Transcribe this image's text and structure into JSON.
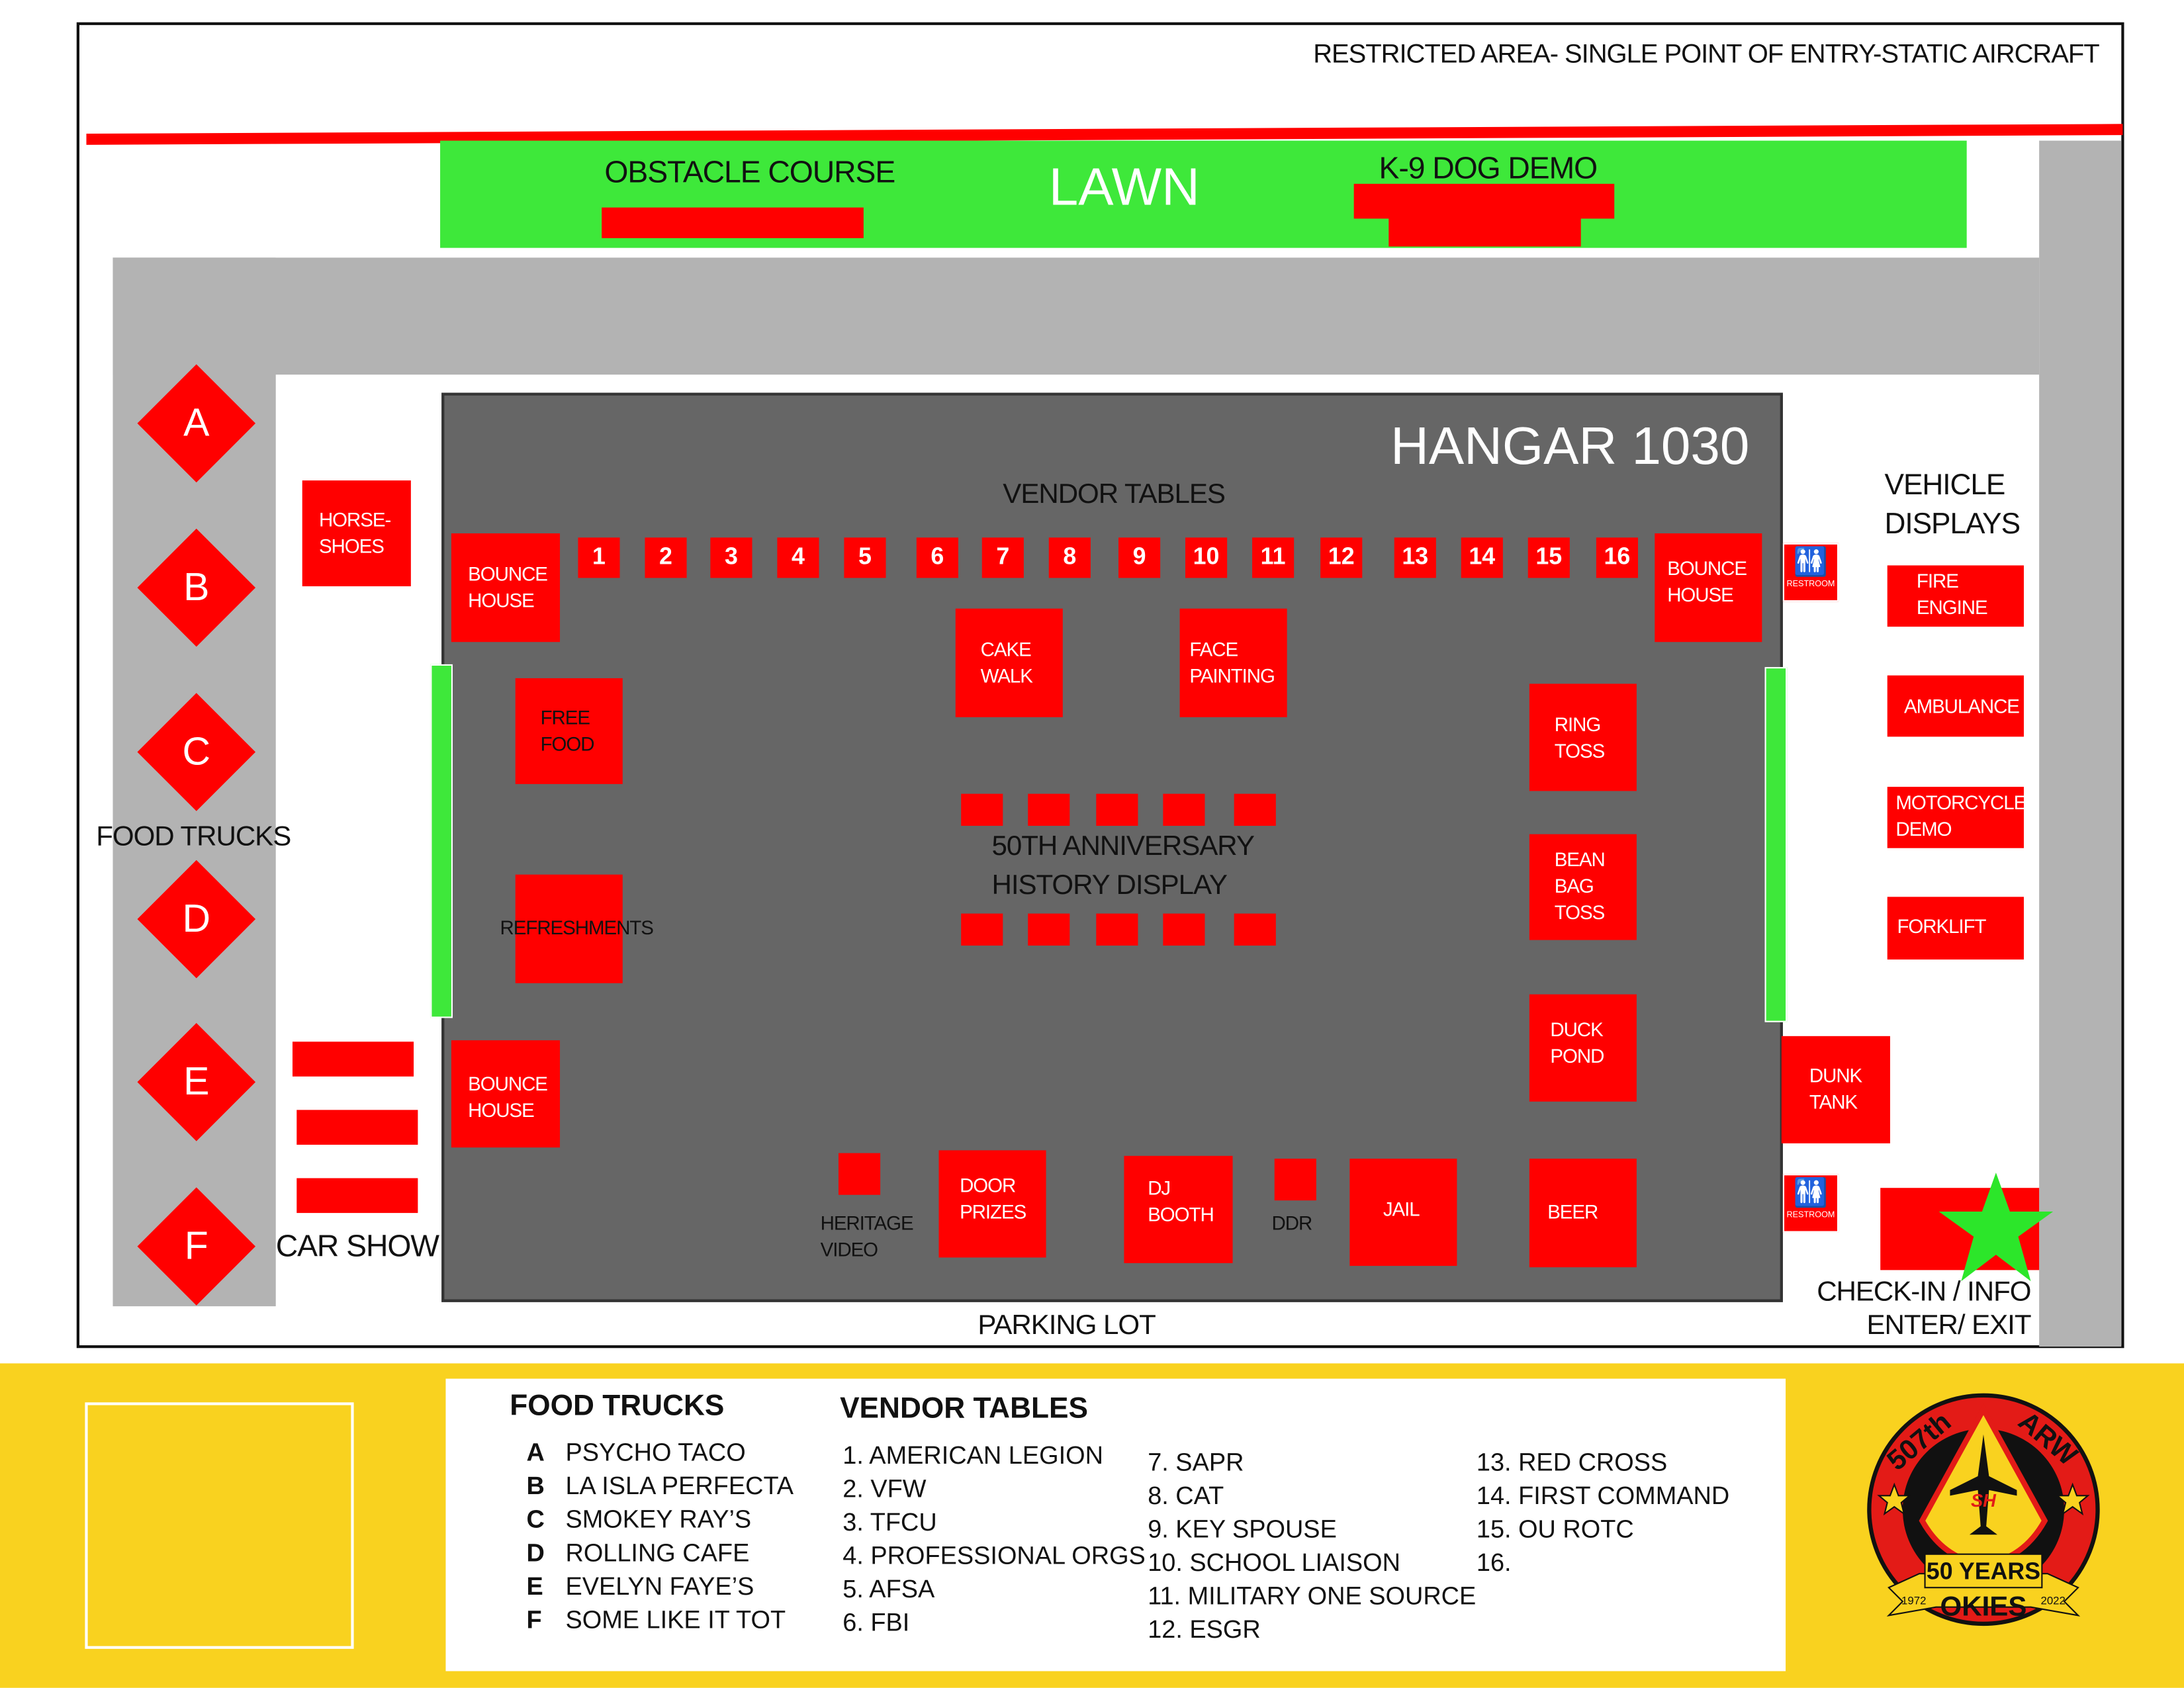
{
  "header": {
    "restricted": "RESTRICTED AREA- SINGLE POINT OF ENTRY-STATIC AIRCRAFT"
  },
  "lawn": {
    "title": "LAWN",
    "obstacle": "OBSTACLE COURSE",
    "k9": "K-9 DOG DEMO"
  },
  "hangar": {
    "title": "HANGAR 1030",
    "vendor_tables": "VENDOR TABLES",
    "tables": [
      "1",
      "2",
      "3",
      "4",
      "5",
      "6",
      "7",
      "8",
      "9",
      "10",
      "11",
      "12",
      "13",
      "14",
      "15",
      "16"
    ],
    "bounce1": "BOUNCE HOUSE",
    "bounce2": "BOUNCE HOUSE",
    "bounce3": "BOUNCE HOUSE",
    "cake": "CAKE WALK",
    "face": "FACE PAINTING",
    "free_food": "FREE FOOD",
    "refreshments": "REFRESHMENTS",
    "ring": "RING TOSS",
    "bean": "BEAN BAG TOSS",
    "duck": "DUCK POND",
    "beer": "BEER",
    "history1": "50TH ANNIVERSARY",
    "history2": "HISTORY DISPLAY",
    "heritage": "HERITAGE VIDEO",
    "door": "DOOR PRIZES",
    "dj": "DJ BOOTH",
    "ddr": "DDR",
    "jail": "JAIL"
  },
  "restroom": "RESTROOM",
  "outside": {
    "horseshoes": "HORSE- SHOES",
    "car_show": "CAR SHOW",
    "food_trucks": "FOOD TRUCKS",
    "truck_letters": [
      "A",
      "B",
      "C",
      "D",
      "E",
      "F"
    ],
    "vehicle_displays": "VEHICLE DISPLAYS",
    "fire": "FIRE ENGINE",
    "ambulance": "AMBULANCE",
    "motorcycle": "MOTORCYCLE DEMO",
    "forklift": "FORKLIFT",
    "dunk": "DUNK TANK",
    "checkin": "CHECK-IN / INFO",
    "enter": "ENTER/ EXIT",
    "parking": "PARKING LOT"
  },
  "legend": {
    "food_title": "FOOD TRUCKS",
    "food": [
      [
        "A",
        "PSYCHO TACO"
      ],
      [
        "B",
        "LA ISLA PERFECTA"
      ],
      [
        "C",
        "SMOKEY RAY’S"
      ],
      [
        "D",
        "ROLLING CAFE"
      ],
      [
        "E",
        "EVELYN FAYE’S"
      ],
      [
        "F",
        "SOME LIKE IT TOT"
      ]
    ],
    "vendor_title": "VENDOR TABLES",
    "vendors": [
      "1. AMERICAN LEGION",
      "2. VFW",
      "3. TFCU",
      "4. PROFESSIONAL ORGS",
      "5. AFSA",
      "6. FBI",
      "7. SAPR",
      "8. CAT",
      "9. KEY SPOUSE",
      "10. SCHOOL LIAISON",
      "11. MILITARY ONE SOURCE",
      "12. ESGR",
      "13. RED CROSS",
      "14. FIRST COMMAND",
      "15. OU ROTC",
      "16."
    ]
  },
  "logo": {
    "top_left": "507th",
    "top_right": "ARW",
    "banner": "50 YEARS",
    "bottom": "OKIES",
    "year_start": "1972",
    "year_end": "2022",
    "mark": "SH"
  },
  "colors": {
    "red": "#ff0000",
    "green": "#3ee83a",
    "gray": "#b3b3b3",
    "hangar": "#666666",
    "yellow": "#f9d21f"
  }
}
